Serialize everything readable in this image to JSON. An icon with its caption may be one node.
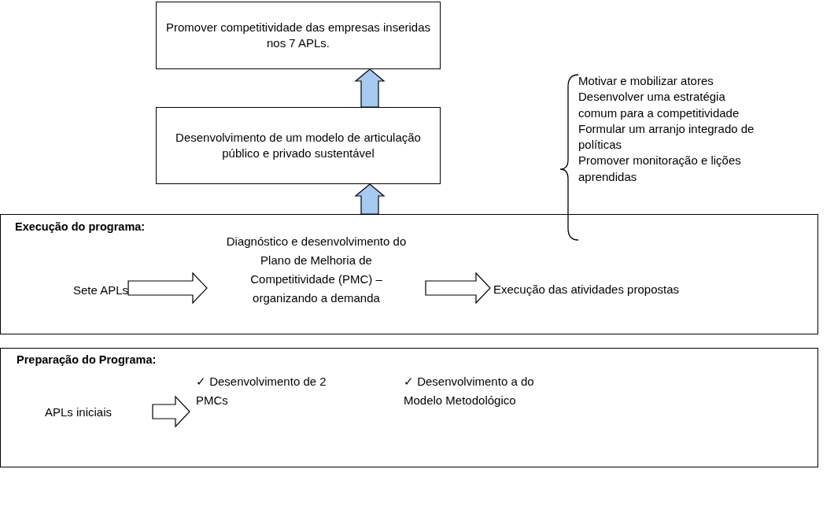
{
  "diagram": {
    "nodes": [
      {
        "text": [
          "Promover competitividade das empresas inseridas nos 7 APLs."
        ]
      },
      {
        "text": [
          "Desenvolvimento de um modelo de articulação público e privado sustentável"
        ],
        "beside": [
          "Motivar e mobilizar atores",
          "Desenvolver uma estratégia comum para a competitividade",
          "Formular um arranjo integrado de políticas",
          "Promover monitoração e lições aprendidas"
        ]
      },
      {
        "text": [
          "Execução do programa:"
        ]
      },
      {
        "text": [
          "Sete APLs"
        ],
        "in": 2
      },
      {
        "text": [
          "Diagnóstico e desenvolvimento do Plano de Melhoria de Competitividade (PMC) – organizando a demanda"
        ],
        "in": 2
      },
      {
        "text": [
          "Execução das atividades propostas"
        ],
        "in": 2
      },
      {
        "text": [
          "Preparação do Programa:"
        ]
      },
      {
        "text": [
          "APLs iniciais"
        ],
        "in": 6
      },
      {
        "text": [
          "✓ Desenvolvimento de 2 PMCs"
        ],
        "in": 6
      },
      {
        "text": [
          "✓ Desenvolvimento a do Modelo Metodológico"
        ],
        "in": 6
      }
    ],
    "edges": [
      {
        "from": 1,
        "to": 0,
        "arrow": "to",
        "color": "#a6caf0"
      },
      {
        "from": 2,
        "to": 1,
        "arrow": "to",
        "color": "#a6caf0"
      },
      {
        "from": 3,
        "to": 4,
        "arrow": "to"
      },
      {
        "from": 4,
        "to": 5,
        "arrow": "to"
      },
      {
        "from": 7,
        "to": 8,
        "arrow": "to"
      }
    ]
  }
}
